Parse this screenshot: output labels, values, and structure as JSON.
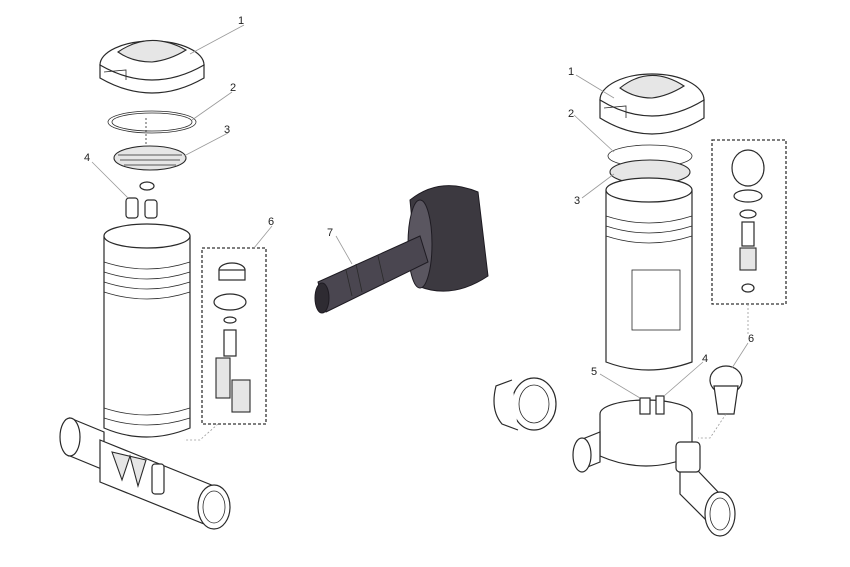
{
  "callouts": {
    "left": [
      "1",
      "2",
      "3",
      "4",
      "6"
    ],
    "middle": [
      "7"
    ],
    "right": [
      "1",
      "2",
      "3",
      "4",
      "5",
      "6"
    ]
  }
}
